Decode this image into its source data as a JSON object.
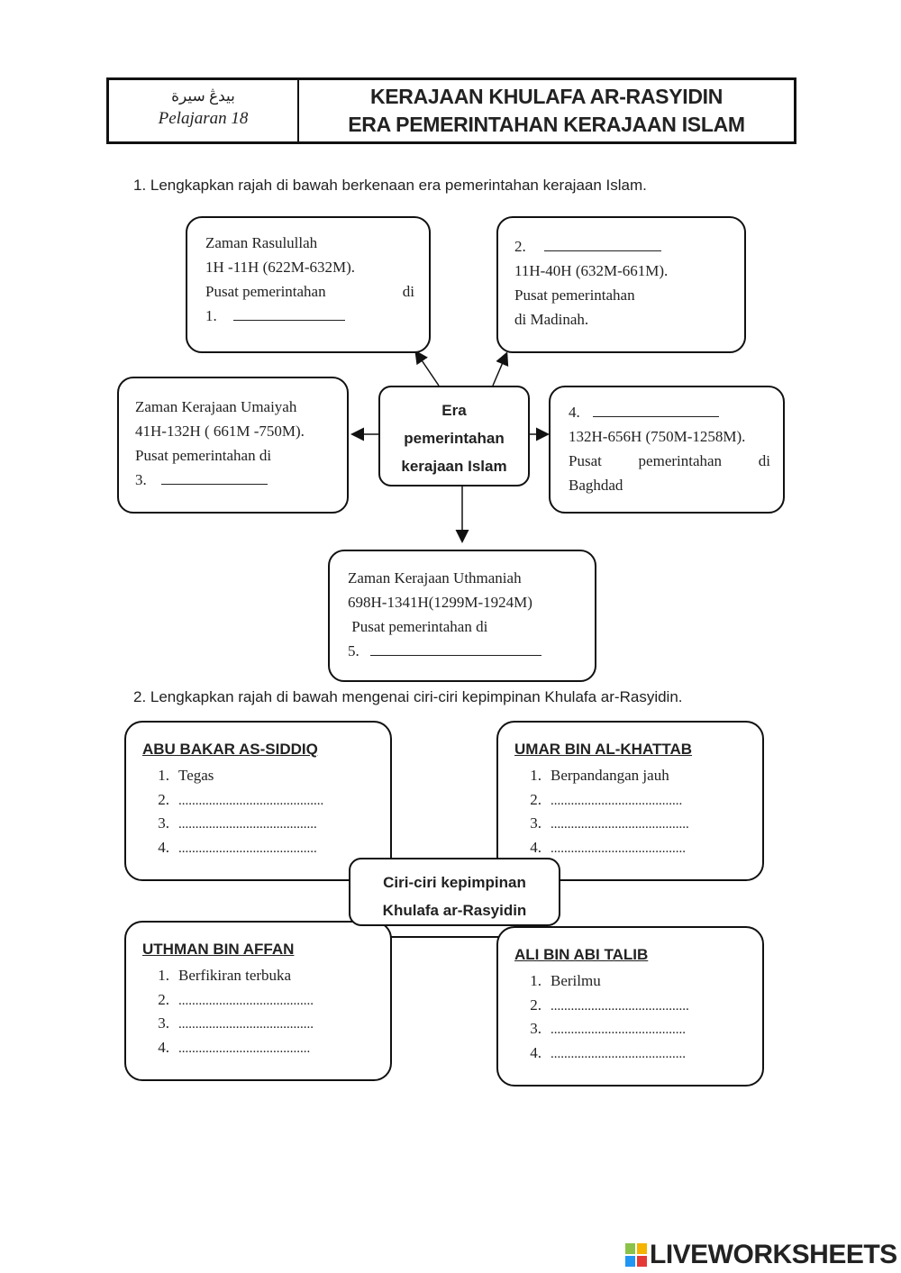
{
  "header": {
    "jawi": "بيدڠ سيرة",
    "lesson": "Pelajaran 18",
    "title_line1": "KERAJAAN KHULAFA AR-RASYIDIN",
    "title_line2": "ERA PEMERINTAHAN KERAJAAN ISLAM"
  },
  "q1": {
    "text": "1.   Lengkapkan rajah di bawah berkenaan era pemerintahan kerajaan Islam.",
    "center": [
      "Era",
      "pemerintahan",
      "kerajaan Islam"
    ],
    "box_rasulullah": {
      "line1": "Zaman  Rasulullah",
      "line2": "1H -11H (622M-632M).",
      "line3a": "Pusat    pemerintahan",
      "line3b": "di",
      "num": "1."
    },
    "box_khulafa": {
      "num": "2.",
      "line2": "11H-40H (632M-661M).",
      "line3": "Pusat pemerintahan",
      "line4": "di Madinah."
    },
    "box_umaiyah": {
      "line1": "Zaman Kerajaan Umaiyah",
      "line2": "41H-132H  ( 661M -750M).",
      "line3": "Pusat pemerintahan  di",
      "num": "3."
    },
    "box_abbasiyah": {
      "num": "4.",
      "line2": "132H-656H (750M-1258M).",
      "line3a": "Pusat",
      "line3b": "pemerintahan",
      "line3c": "di",
      "line4": "Baghdad"
    },
    "box_uthmaniah": {
      "line1": "Zaman Kerajaan Uthmaniah",
      "line2": "698H-1341H(1299M-1924M)",
      "line3": " Pusat pemerintahan di",
      "num": "5."
    }
  },
  "q2": {
    "text": "2.   Lengkapkan rajah di bawah mengenai ciri-ciri kepimpinan Khulafa ar-Rasyidin.",
    "center_line1": "Ciri-ciri kepimpinan",
    "center_line2": "Khulafa ar-Rasyidin",
    "abu_bakar": {
      "title": "ABU BAKAR AS-SIDDIQ",
      "items": [
        {
          "num": "1.",
          "text": "Tegas"
        },
        {
          "num": "2.",
          "text": "..........................................."
        },
        {
          "num": "3.",
          "text": "........................................."
        },
        {
          "num": "4.",
          "text": "........................................."
        }
      ]
    },
    "umar": {
      "title": "UMAR BIN AL-KHATTAB",
      "items": [
        {
          "num": "1.",
          "text": "Berpandangan jauh"
        },
        {
          "num": "2.",
          "text": "......................................."
        },
        {
          "num": "3.",
          "text": "........................................."
        },
        {
          "num": "4.",
          "text": "........................................"
        }
      ]
    },
    "uthman": {
      "title": "UTHMAN BIN AFFAN",
      "items": [
        {
          "num": "1.",
          "text": "Berfikiran terbuka"
        },
        {
          "num": "2.",
          "text": "........................................"
        },
        {
          "num": "3.",
          "text": "........................................"
        },
        {
          "num": "4.",
          "text": "......................................."
        }
      ]
    },
    "ali": {
      "title": "ALI BIN ABI TALIB",
      "items": [
        {
          "num": "1.",
          "text": "Berilmu"
        },
        {
          "num": "2.",
          "text": "........................................."
        },
        {
          "num": "3.",
          "text": "........................................"
        },
        {
          "num": "4.",
          "text": "........................................"
        }
      ]
    }
  },
  "footer": {
    "logo_text": "LIVEWORKSHEETS"
  }
}
